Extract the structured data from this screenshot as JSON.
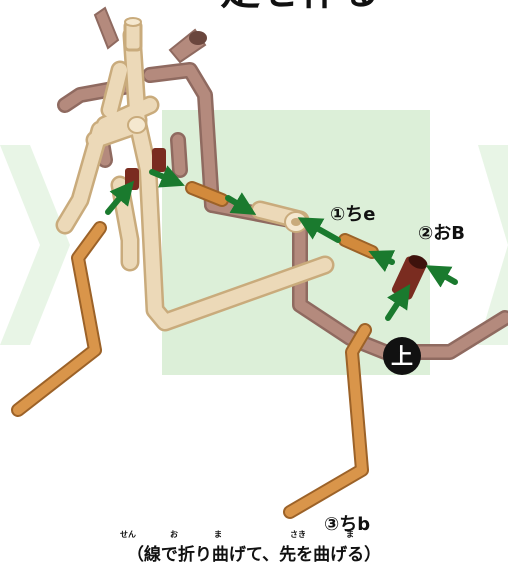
{
  "title_fragment": "足を作る",
  "steps": [
    {
      "id": "step-1",
      "label": "①ちe"
    },
    {
      "id": "step-2",
      "label": "②おB"
    },
    {
      "id": "step-3",
      "label": "③ちb"
    }
  ],
  "up_marker": "上",
  "caption": "（線で折り曲げて、先を曲げる）",
  "ruby": [
    "せん",
    "お",
    "ま",
    "さき",
    "ま"
  ],
  "colors": {
    "light_tube": "#e6cfa6",
    "mauve_tube": "#b48a7d",
    "orange_tube": "#d28a3c",
    "dark_red_tube": "#7a2c20",
    "arrow_green": "#1a7a2e",
    "background_square": "#dcefd8",
    "chevron": "#e8f5e6"
  }
}
